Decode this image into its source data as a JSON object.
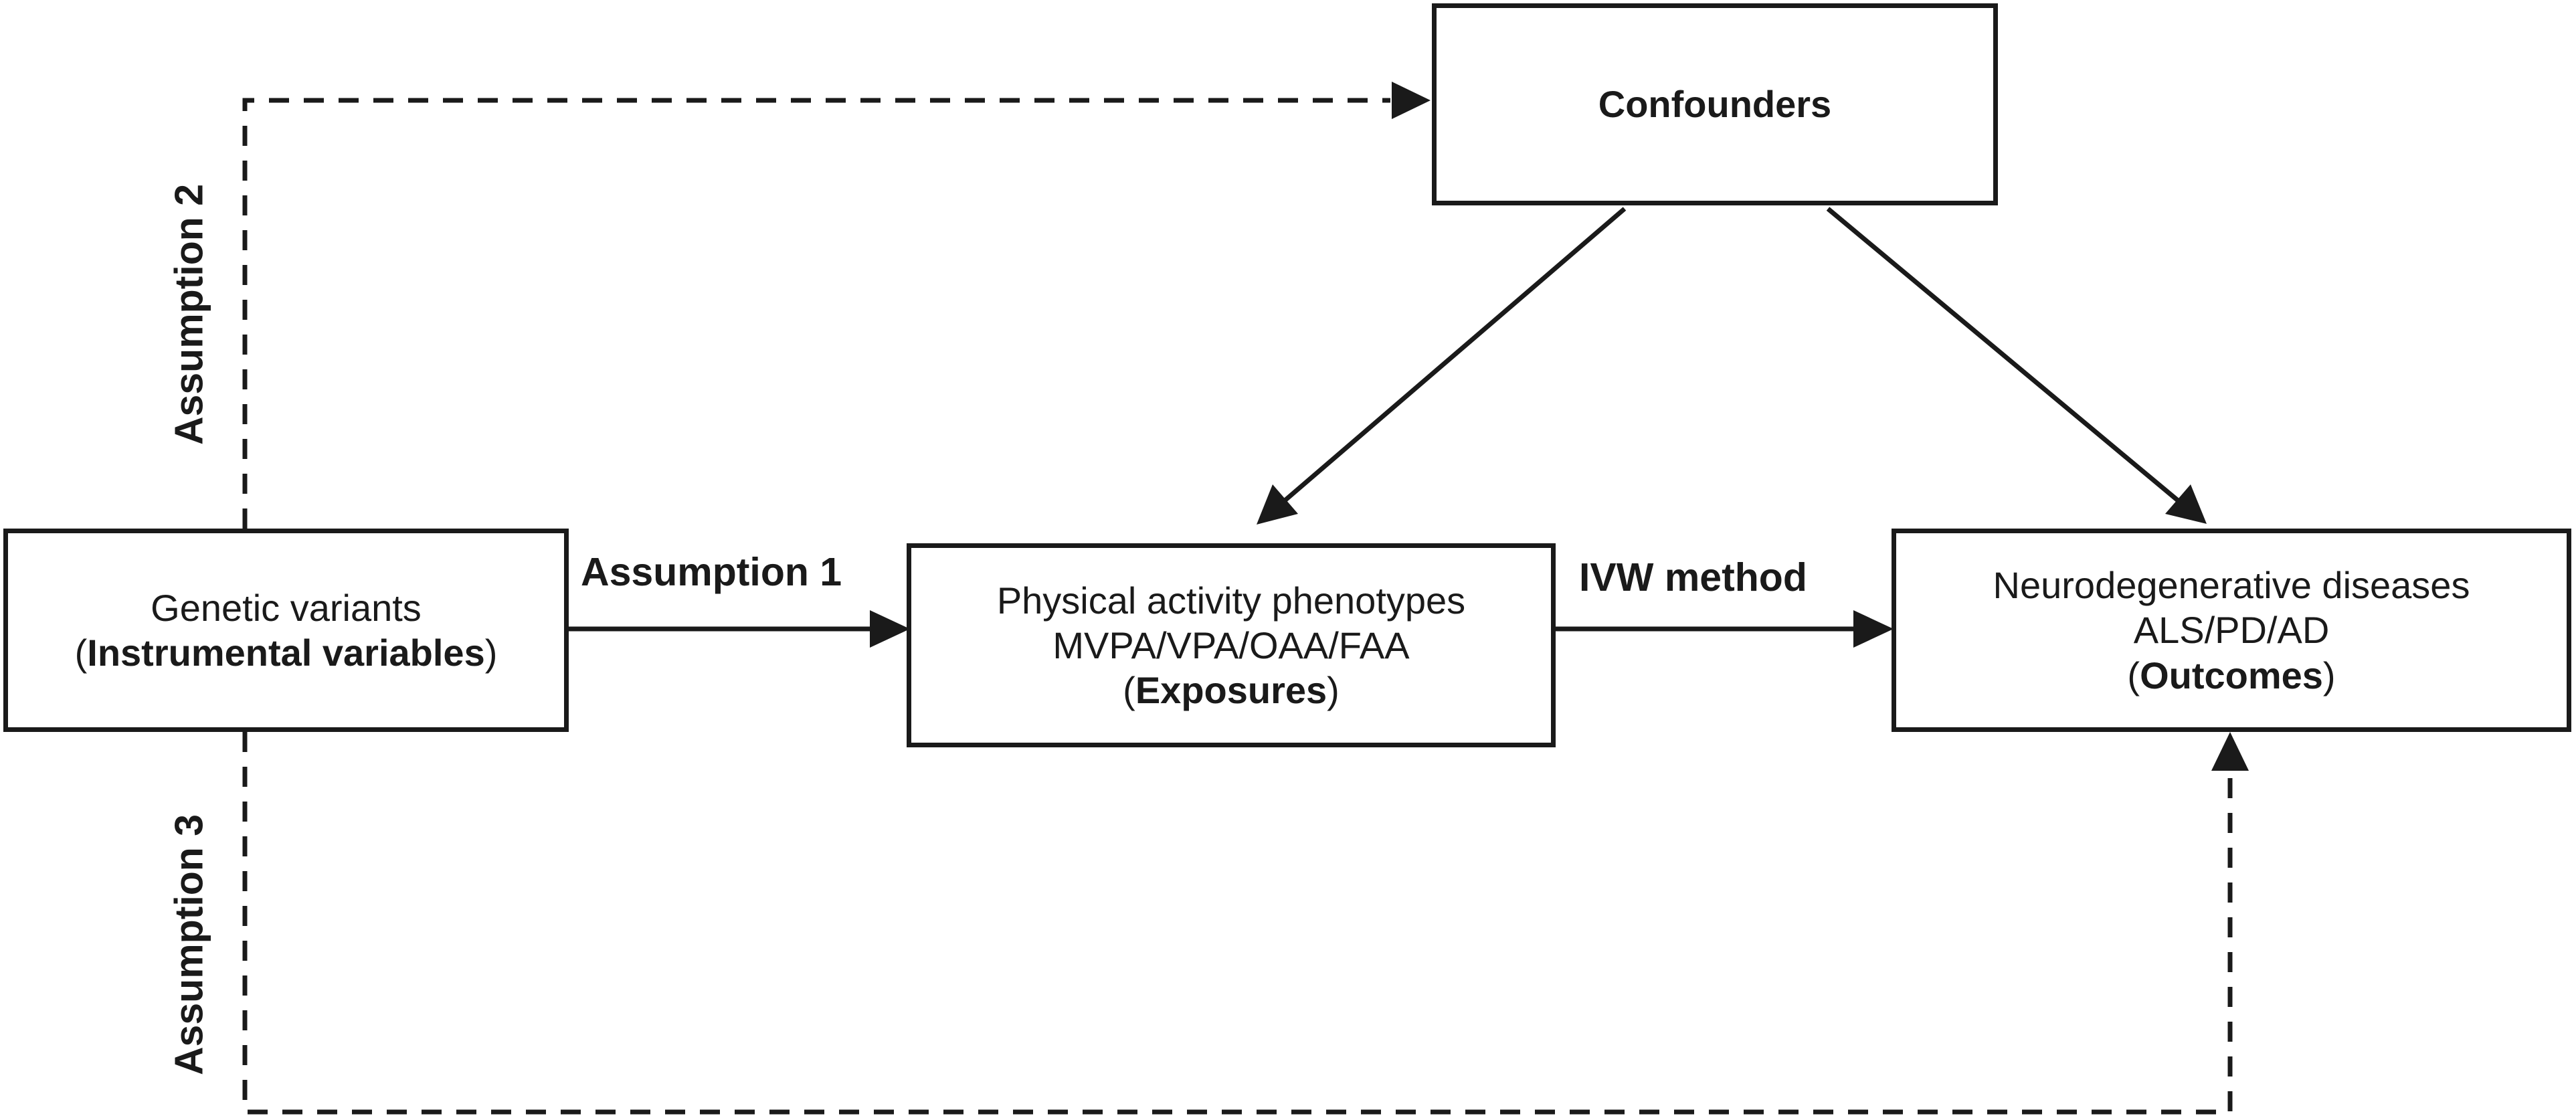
{
  "nodes": {
    "instruments": {
      "line1": "Genetic variants",
      "line2_open": "(",
      "line2_bold": "Instrumental variables",
      "line2_close": ")"
    },
    "exposures": {
      "line1": "Physical activity phenotypes",
      "line2": "MVPA/VPA/OAA/FAA",
      "line3_open": "(",
      "line3_bold": "Exposures",
      "line3_close": ")"
    },
    "outcomes": {
      "line1": "Neurodegenerative diseases",
      "line2": "ALS/PD/AD",
      "line3_open": "(",
      "line3_bold": "Outcomes",
      "line3_close": ")"
    },
    "confounders": {
      "label": "Confounders"
    }
  },
  "edges": {
    "instrument_to_exposure": "Assumption 1",
    "instrument_to_confounders": "Assumption 2",
    "instrument_to_outcome": "Assumption 3",
    "exposure_to_outcome": "IVW method"
  },
  "colors": {
    "stroke": "#1a1a1a",
    "background": "#ffffff"
  }
}
